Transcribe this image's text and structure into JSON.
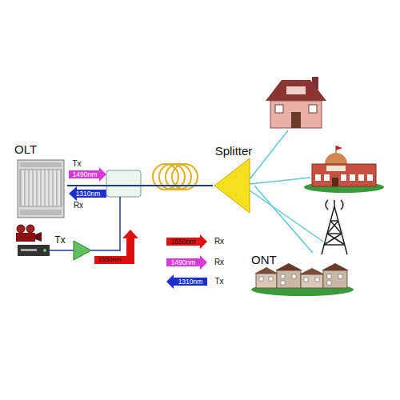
{
  "diagram": {
    "nodes": [
      {
        "text": [
          "OLT"
        ]
      },
      {
        "text": [
          "Splitter"
        ]
      },
      {
        "text": [
          "ONT"
        ]
      }
    ],
    "edges": [
      {
        "from": 0,
        "to": 1,
        "arrow": "none"
      },
      {
        "from": 1,
        "to": 2,
        "arrow": "none"
      }
    ],
    "labels": [
      "Tx",
      "1490nm",
      "1310nm",
      "Rx",
      "Tx",
      "1550nm",
      "1550nm",
      "Rx",
      "1490nm",
      "Rx",
      "1310nm",
      "Tx"
    ]
  }
}
